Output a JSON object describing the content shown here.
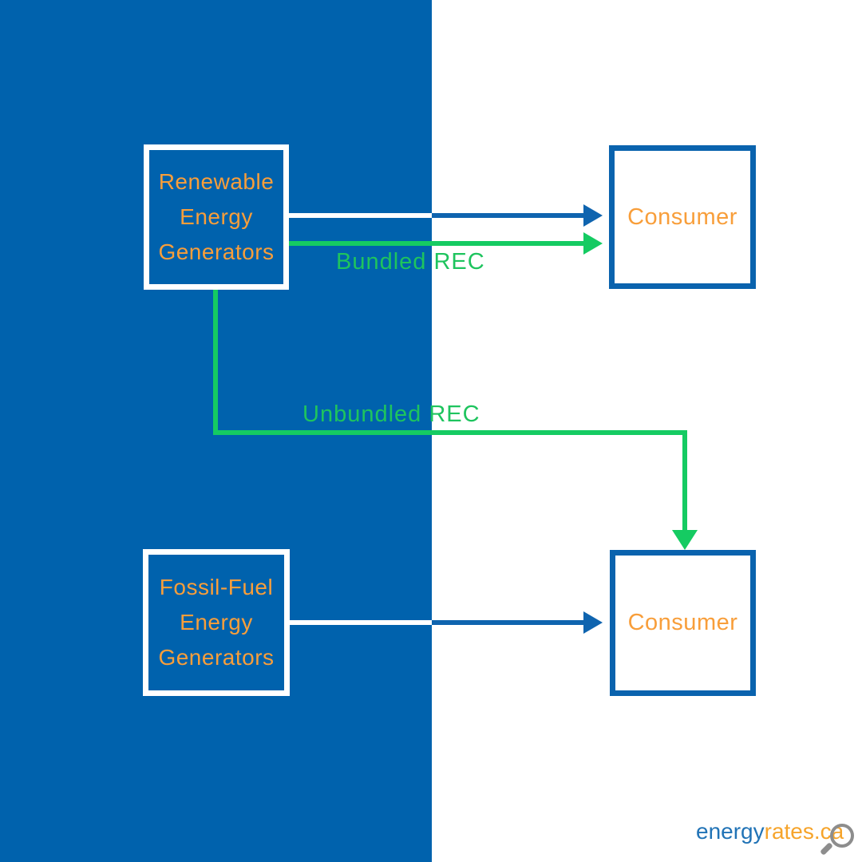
{
  "diagram": {
    "title_implied": "Bundled vs Unbundled REC flow",
    "boxes": {
      "renewable": {
        "line1": "Renewable",
        "line2": "Energy",
        "line3": "Generators"
      },
      "fossil": {
        "line1": "Fossil-Fuel",
        "line2": "Energy",
        "line3": "Generators"
      },
      "consumer_top": {
        "label": "Consumer"
      },
      "consumer_bottom": {
        "label": "Consumer"
      }
    },
    "edges": {
      "electricity_top": {
        "from": "renewable",
        "to": "consumer_top",
        "label": ""
      },
      "bundled": {
        "from": "renewable",
        "to": "consumer_top",
        "label": "Bundled REC"
      },
      "unbundled": {
        "from": "renewable",
        "to": "consumer_bottom",
        "label": "Unbundled REC"
      },
      "electricity_bottom": {
        "from": "fossil",
        "to": "consumer_bottom",
        "label": ""
      }
    }
  },
  "logo": {
    "energy": "energy",
    "rates": "rates.ca",
    "icon": "magnifier-icon"
  },
  "colors": {
    "panel_blue": "#0062ad",
    "arrow_blue": "#0f64af",
    "green": "#15cb62",
    "green_text": "#1ec45e",
    "box_text_orange": "#f89e3a",
    "logo_blue": "#2173b6",
    "logo_orange": "#f6a42b",
    "icon_gray": "#8d8d8d",
    "white": "#ffffff"
  }
}
